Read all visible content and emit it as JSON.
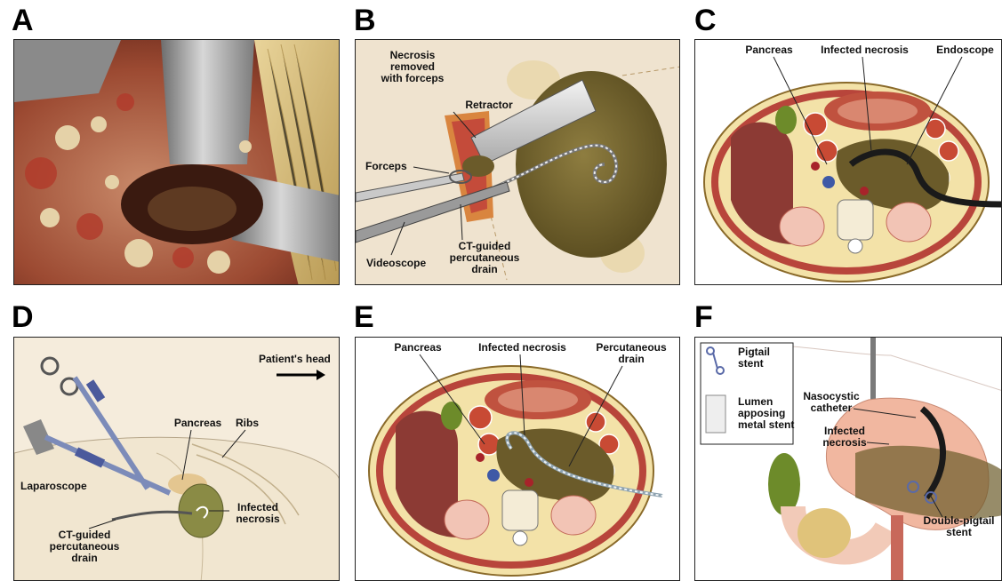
{
  "panels": {
    "A": {
      "letter": "A"
    },
    "B": {
      "letter": "B",
      "labels": {
        "necrosis_removed": "Necrosis\nremoved\nwith forceps",
        "retractor": "Retractor",
        "forceps": "Forceps",
        "videoscope": "Videoscope",
        "ct_drain": "CT-guided\npercutaneous\ndrain"
      }
    },
    "C": {
      "letter": "C",
      "labels": {
        "pancreas": "Pancreas",
        "infected_necrosis": "Infected necrosis",
        "endoscope": "Endoscope"
      }
    },
    "D": {
      "letter": "D",
      "labels": {
        "patients_head": "Patient's head",
        "pancreas": "Pancreas",
        "ribs": "Ribs",
        "laparoscope": "Laparoscope",
        "infected_necrosis": "Infected\nnecrosis",
        "ct_drain": "CT-guided\npercutaneous\ndrain"
      }
    },
    "E": {
      "letter": "E",
      "labels": {
        "pancreas": "Pancreas",
        "infected_necrosis": "Infected necrosis",
        "percutaneous_drain": "Percutaneous\ndrain"
      }
    },
    "F": {
      "letter": "F",
      "labels": {
        "pigtail_stent": "Pigtail\nstent",
        "lumen_stent": "Lumen\napposing\nmetal stent",
        "nasocystic_catheter": "Nasocystic\ncatheter",
        "infected_necrosis": "Infected\nnecrosis",
        "double_pigtail": "Double-pigtail\nstent"
      }
    }
  },
  "colors": {
    "panel_bg_B": "#efe3cf",
    "panel_bg_D": "#efe3cf",
    "necrosis": "#6b5b2a",
    "fat": "#f3e2a8",
    "muscle": "#b8453b"
  }
}
